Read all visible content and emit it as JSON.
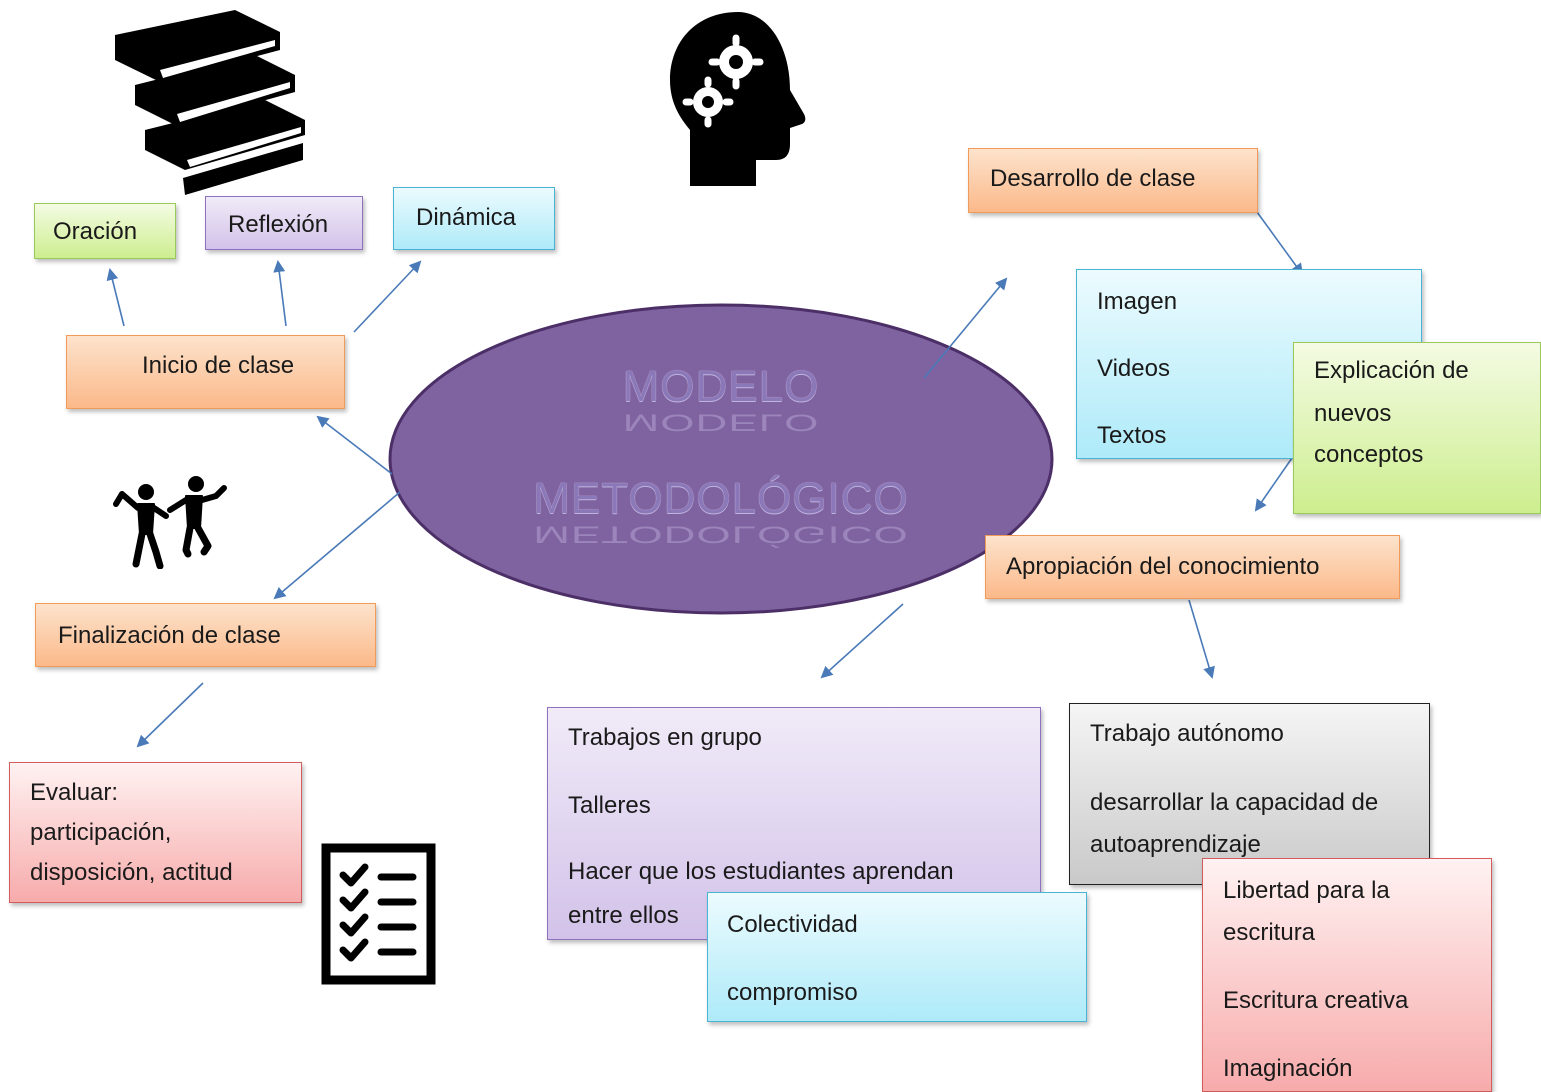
{
  "center": {
    "line1": "MODELO",
    "line2": "METODOLÓGICO"
  },
  "inicio": {
    "label": "Inicio de clase",
    "oracion": "Oración",
    "reflexion": "Reflexión",
    "dinamica": "Dinámica"
  },
  "finalizacion": {
    "label": "Finalización de clase",
    "evaluar": [
      "Evaluar:",
      "participación,",
      "disposición, actitud"
    ]
  },
  "desarrollo": {
    "label": "Desarrollo de clase",
    "media": [
      "Imagen",
      "Videos",
      "Textos"
    ],
    "explicacion": [
      "Explicación de",
      "nuevos",
      "conceptos"
    ]
  },
  "apropiacion": {
    "label": "Apropiación del conocimiento",
    "grupo": [
      "Trabajos en grupo",
      "Talleres",
      "Hacer que los estudiantes aprendan",
      "entre ellos"
    ],
    "colectividad": [
      "Colectividad",
      "compromiso"
    ],
    "autonomo": [
      "Trabajo autónomo",
      "desarrollar la capacidad de",
      "autoaprendizaje"
    ],
    "escritura": [
      "Libertad para la",
      "escritura",
      "Escritura creativa",
      "Imaginación"
    ]
  },
  "colors": {
    "ellipse_fill": "#7f62a0",
    "ellipse_stroke": "#4b2f66",
    "arrow": "#4a7ab8"
  },
  "icons": [
    "books-icon",
    "head-gears-icon",
    "dancing-people-icon",
    "checklist-icon"
  ]
}
